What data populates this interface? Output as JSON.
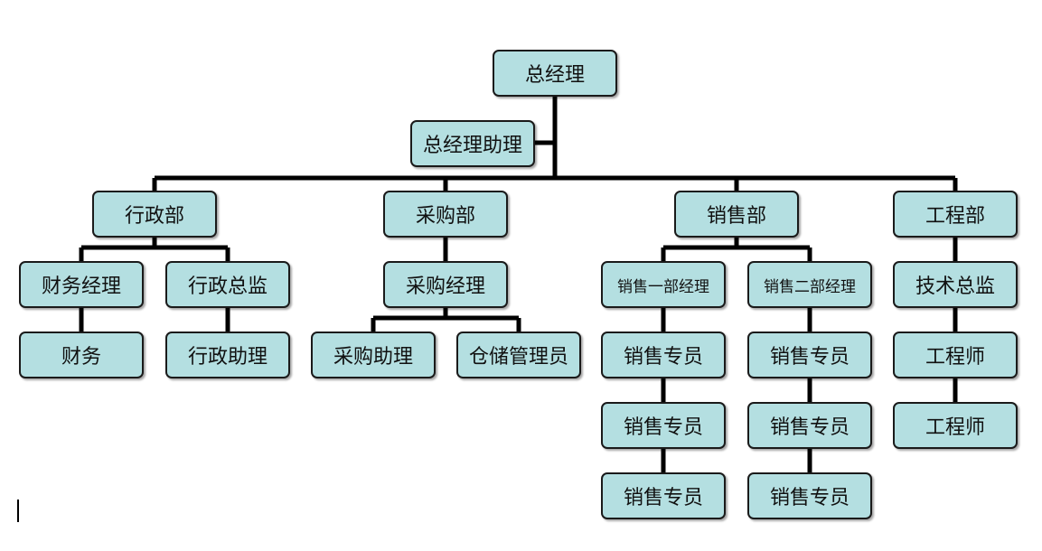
{
  "org_chart": {
    "general_manager": "总经理",
    "assistant": "总经理助理",
    "departments": {
      "admin": {
        "name": "行政部",
        "finance_manager": "财务经理",
        "finance": "财务",
        "admin_director": "行政总监",
        "admin_assistant": "行政助理"
      },
      "purchasing": {
        "name": "采购部",
        "manager": "采购经理",
        "assistant": "采购助理",
        "warehouse": "仓储管理员"
      },
      "sales": {
        "name": "销售部",
        "manager_1": "销售一部经理",
        "manager_2": "销售二部经理",
        "specialist": "销售专员"
      },
      "engineering": {
        "name": "工程部",
        "tech_director": "技术总监",
        "engineer": "工程师"
      }
    }
  },
  "colors": {
    "box_fill": "#b4dfe1",
    "box_border": "#1a1a1a",
    "connector": "#000000"
  }
}
